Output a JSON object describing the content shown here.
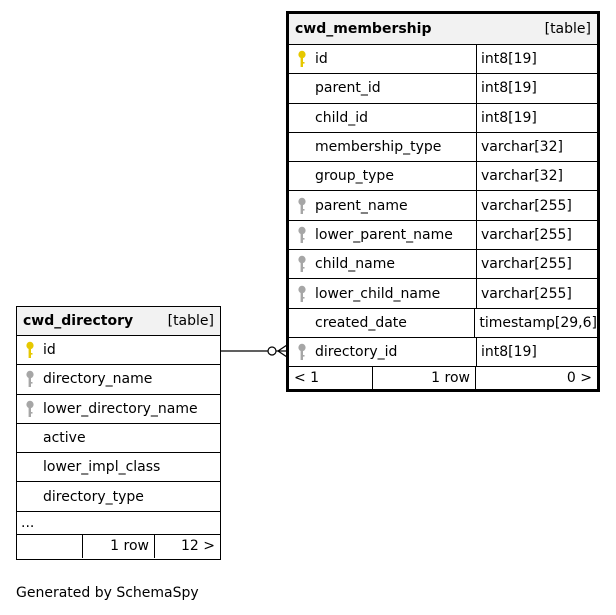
{
  "tables": {
    "membership": {
      "name": "cwd_membership",
      "kind": "[table]",
      "columns": [
        {
          "name": "id",
          "type": "int8[19]",
          "key": "primary-key-icon"
        },
        {
          "name": "parent_id",
          "type": "int8[19]",
          "key": ""
        },
        {
          "name": "child_id",
          "type": "int8[19]",
          "key": ""
        },
        {
          "name": "membership_type",
          "type": "varchar[32]",
          "key": ""
        },
        {
          "name": "group_type",
          "type": "varchar[32]",
          "key": ""
        },
        {
          "name": "parent_name",
          "type": "varchar[255]",
          "key": "index-key-icon"
        },
        {
          "name": "lower_parent_name",
          "type": "varchar[255]",
          "key": "index-key-icon"
        },
        {
          "name": "child_name",
          "type": "varchar[255]",
          "key": "index-key-icon"
        },
        {
          "name": "lower_child_name",
          "type": "varchar[255]",
          "key": "index-key-icon"
        },
        {
          "name": "created_date",
          "type": "timestamp[29,6]",
          "key": ""
        },
        {
          "name": "directory_id",
          "type": "int8[19]",
          "key": "index-key-icon"
        }
      ],
      "footer": {
        "parents": "< 1",
        "rows": "1 row",
        "children": "0 >"
      }
    },
    "directory": {
      "name": "cwd_directory",
      "kind": "[table]",
      "columns": [
        {
          "name": "id",
          "key": "primary-key-icon"
        },
        {
          "name": "directory_name",
          "key": "index-key-icon"
        },
        {
          "name": "lower_directory_name",
          "key": "index-key-icon"
        },
        {
          "name": "active",
          "key": ""
        },
        {
          "name": "lower_impl_class",
          "key": ""
        },
        {
          "name": "directory_type",
          "key": ""
        }
      ],
      "ellipsis": "...",
      "footer": {
        "parents": "",
        "rows": "1 row",
        "children": "12 >"
      }
    }
  },
  "colors": {
    "primary_key": "#e6c800",
    "index_key": "#a6a6a6",
    "header_bg": "#f2f2f2"
  },
  "generated_by": "Generated by SchemaSpy"
}
